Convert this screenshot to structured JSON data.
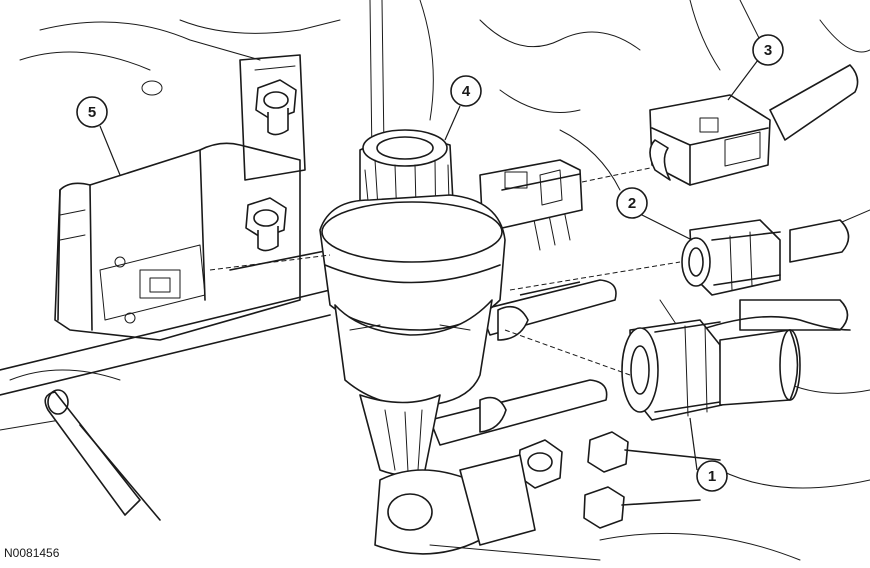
{
  "figure_id": "N0081456",
  "callouts": [
    {
      "label": "1"
    },
    {
      "label": "2"
    },
    {
      "label": "3"
    },
    {
      "label": "4"
    },
    {
      "label": "5"
    }
  ]
}
